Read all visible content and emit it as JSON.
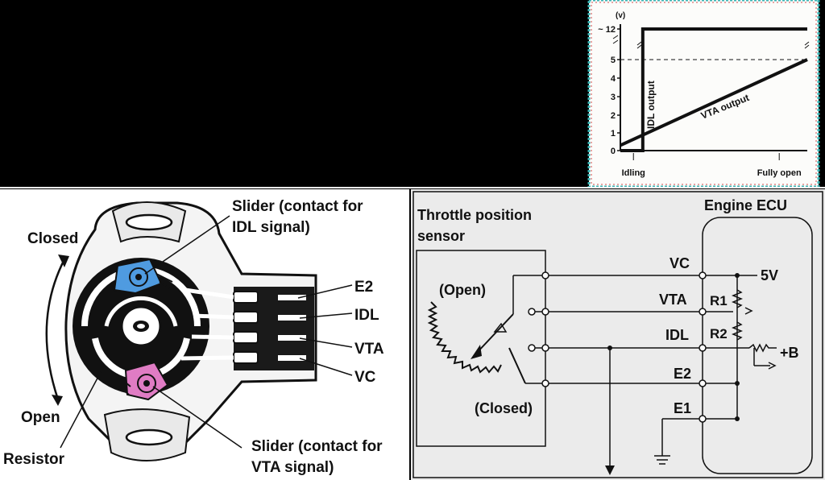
{
  "chart_data": {
    "type": "line",
    "y_unit": "(v)",
    "y_ticks": [
      "0",
      "1",
      "2",
      "3",
      "4",
      "5",
      "~ 12"
    ],
    "ylim": [
      0,
      12
    ],
    "x_ticks": [
      "Idling",
      "Fully open"
    ],
    "series": [
      {
        "name": "IDL output",
        "x": [
          0,
          0.12,
          0.12,
          1.0
        ],
        "y": [
          0,
          0,
          12,
          12
        ]
      },
      {
        "name": "VTA output",
        "x": [
          0,
          1.0
        ],
        "y": [
          0.3,
          5.0
        ]
      }
    ],
    "reference_line": {
      "y": 5,
      "style": "dashed"
    }
  },
  "sensor": {
    "slider_idl_line1": "Slider (contact for",
    "slider_idl_line2": "IDL signal)",
    "slider_vta_line1": "Slider (contact for",
    "slider_vta_line2": "VTA signal)",
    "closed": "Closed",
    "open": "Open",
    "resistor": "Resistor",
    "terminals": [
      "E2",
      "IDL",
      "VTA",
      "VC"
    ],
    "colors": {
      "idl_slider": "#4f9be0",
      "vta_slider": "#e07cc4"
    }
  },
  "circuit": {
    "sensor_title_line1": "Throttle position",
    "sensor_title_line2": "sensor",
    "ecu_title": "Engine ECU",
    "open_label": "(Open)",
    "closed_label": "(Closed)",
    "terminals": [
      "VC",
      "VTA",
      "IDL",
      "E2",
      "E1"
    ],
    "r1": "R1",
    "r2": "R2",
    "supply_5v": "5V",
    "supply_b": "+B"
  }
}
